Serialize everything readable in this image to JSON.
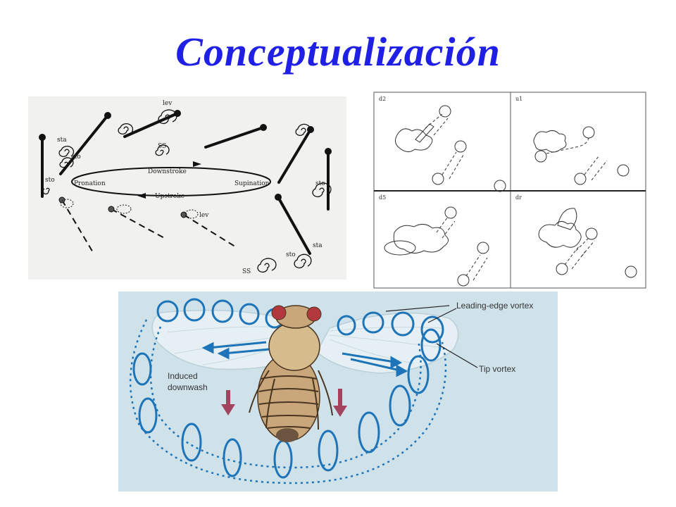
{
  "slide": {
    "title": "Conceptualización"
  },
  "wing_diagram": {
    "labels": {
      "lev_top": "lev",
      "sta_left": "sta",
      "sto_left": "sto",
      "sto_left2": "sto",
      "ss_mid": "SS",
      "downstroke": "Downstroke",
      "upstroke": "Upstroke",
      "pronation": "Pronation",
      "supination": "Supination",
      "sto_right": "sto",
      "lev_bottom": "lev",
      "sto_bottom": "sto",
      "sta_bottom": "sta",
      "ss_bottom": "SS"
    }
  },
  "vortex_grid": {
    "quadrants": [
      {
        "label": "d2"
      },
      {
        "label": "u1"
      },
      {
        "label": "d5"
      },
      {
        "label": "dr"
      }
    ]
  },
  "fly_diagram": {
    "labels": {
      "leading_edge_vortex": "Leading-edge vortex",
      "tip_vortex": "Tip vortex",
      "induced": "Induced",
      "downwash": "downwash"
    }
  }
}
